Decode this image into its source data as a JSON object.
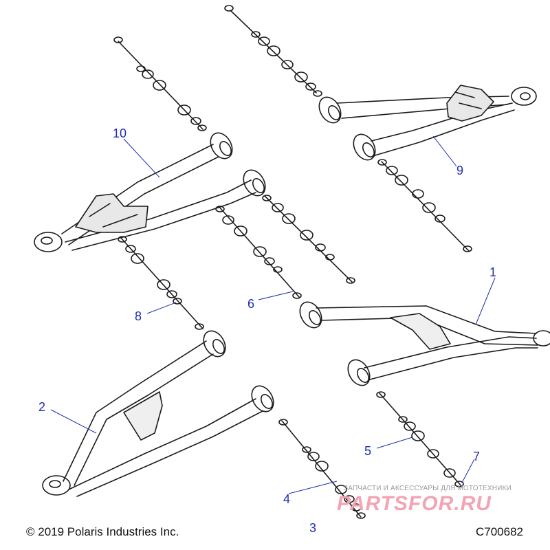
{
  "callouts": [
    {
      "id": "1",
      "label": "1"
    },
    {
      "id": "2",
      "label": "2"
    },
    {
      "id": "3",
      "label": "3"
    },
    {
      "id": "4",
      "label": "4"
    },
    {
      "id": "5",
      "label": "5"
    },
    {
      "id": "6",
      "label": "6"
    },
    {
      "id": "7",
      "label": "7"
    },
    {
      "id": "8",
      "label": "8"
    },
    {
      "id": "9",
      "label": "9"
    },
    {
      "id": "10",
      "label": "10"
    }
  ],
  "footer": {
    "copyright": "© 2019 Polaris Industries Inc.",
    "diagram_code": "C700682"
  },
  "watermark": {
    "tagline": "ЗАПЧАСТИ И АКСЕССУАРЫ ДЛЯ МОТОТЕХНИКИ",
    "logo": "PARTSFOR.RU"
  },
  "colors": {
    "line": "#1a1a1a",
    "callout": "#1e2db4",
    "watermark": "#f3a3b3"
  }
}
